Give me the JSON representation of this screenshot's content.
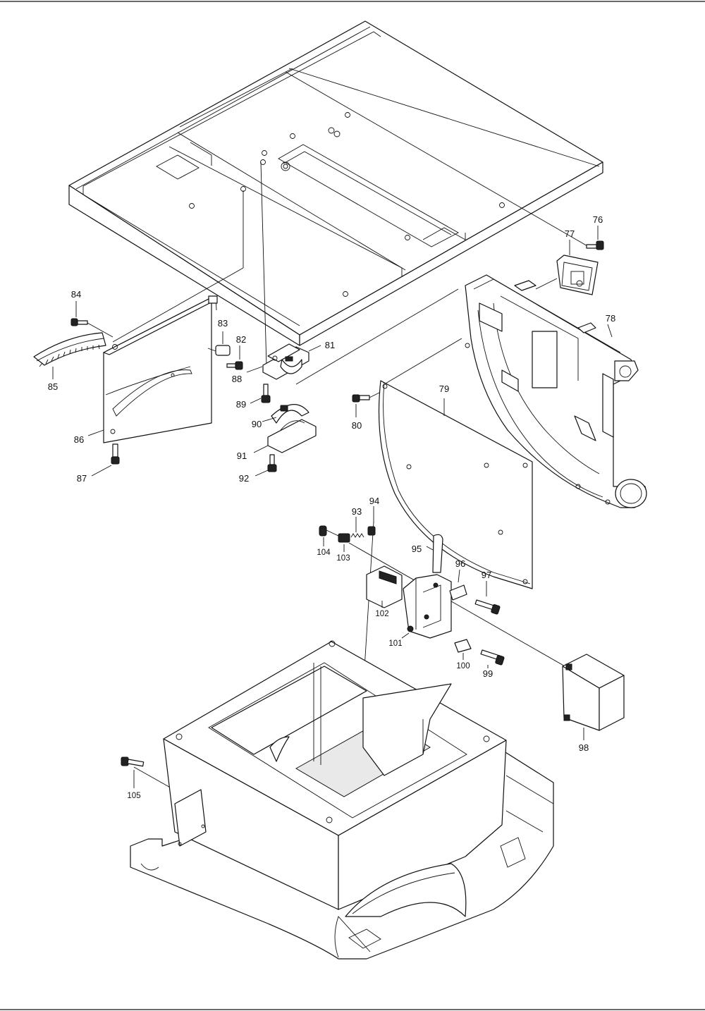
{
  "diagram": {
    "type": "exploded-parts-diagram",
    "part_labels": [
      {
        "id": "76",
        "text": "76"
      },
      {
        "id": "77",
        "text": "77"
      },
      {
        "id": "78",
        "text": "78"
      },
      {
        "id": "79",
        "text": "79"
      },
      {
        "id": "80",
        "text": "80"
      },
      {
        "id": "81",
        "text": "81"
      },
      {
        "id": "82",
        "text": "82"
      },
      {
        "id": "83",
        "text": "83"
      },
      {
        "id": "84",
        "text": "84"
      },
      {
        "id": "85",
        "text": "85"
      },
      {
        "id": "86",
        "text": "86"
      },
      {
        "id": "87",
        "text": "87"
      },
      {
        "id": "88",
        "text": "88"
      },
      {
        "id": "89",
        "text": "89"
      },
      {
        "id": "90",
        "text": "90"
      },
      {
        "id": "91",
        "text": "91"
      },
      {
        "id": "92",
        "text": "92"
      },
      {
        "id": "93",
        "text": "93"
      },
      {
        "id": "94",
        "text": "94"
      },
      {
        "id": "95",
        "text": "95"
      },
      {
        "id": "96",
        "text": "96"
      },
      {
        "id": "97",
        "text": "97"
      },
      {
        "id": "98",
        "text": "98"
      },
      {
        "id": "99",
        "text": "99"
      },
      {
        "id": "100",
        "text": "100"
      },
      {
        "id": "101",
        "text": "101"
      },
      {
        "id": "102",
        "text": "102"
      },
      {
        "id": "103",
        "text": "103"
      },
      {
        "id": "104",
        "text": "104"
      },
      {
        "id": "105",
        "text": "105"
      }
    ]
  }
}
